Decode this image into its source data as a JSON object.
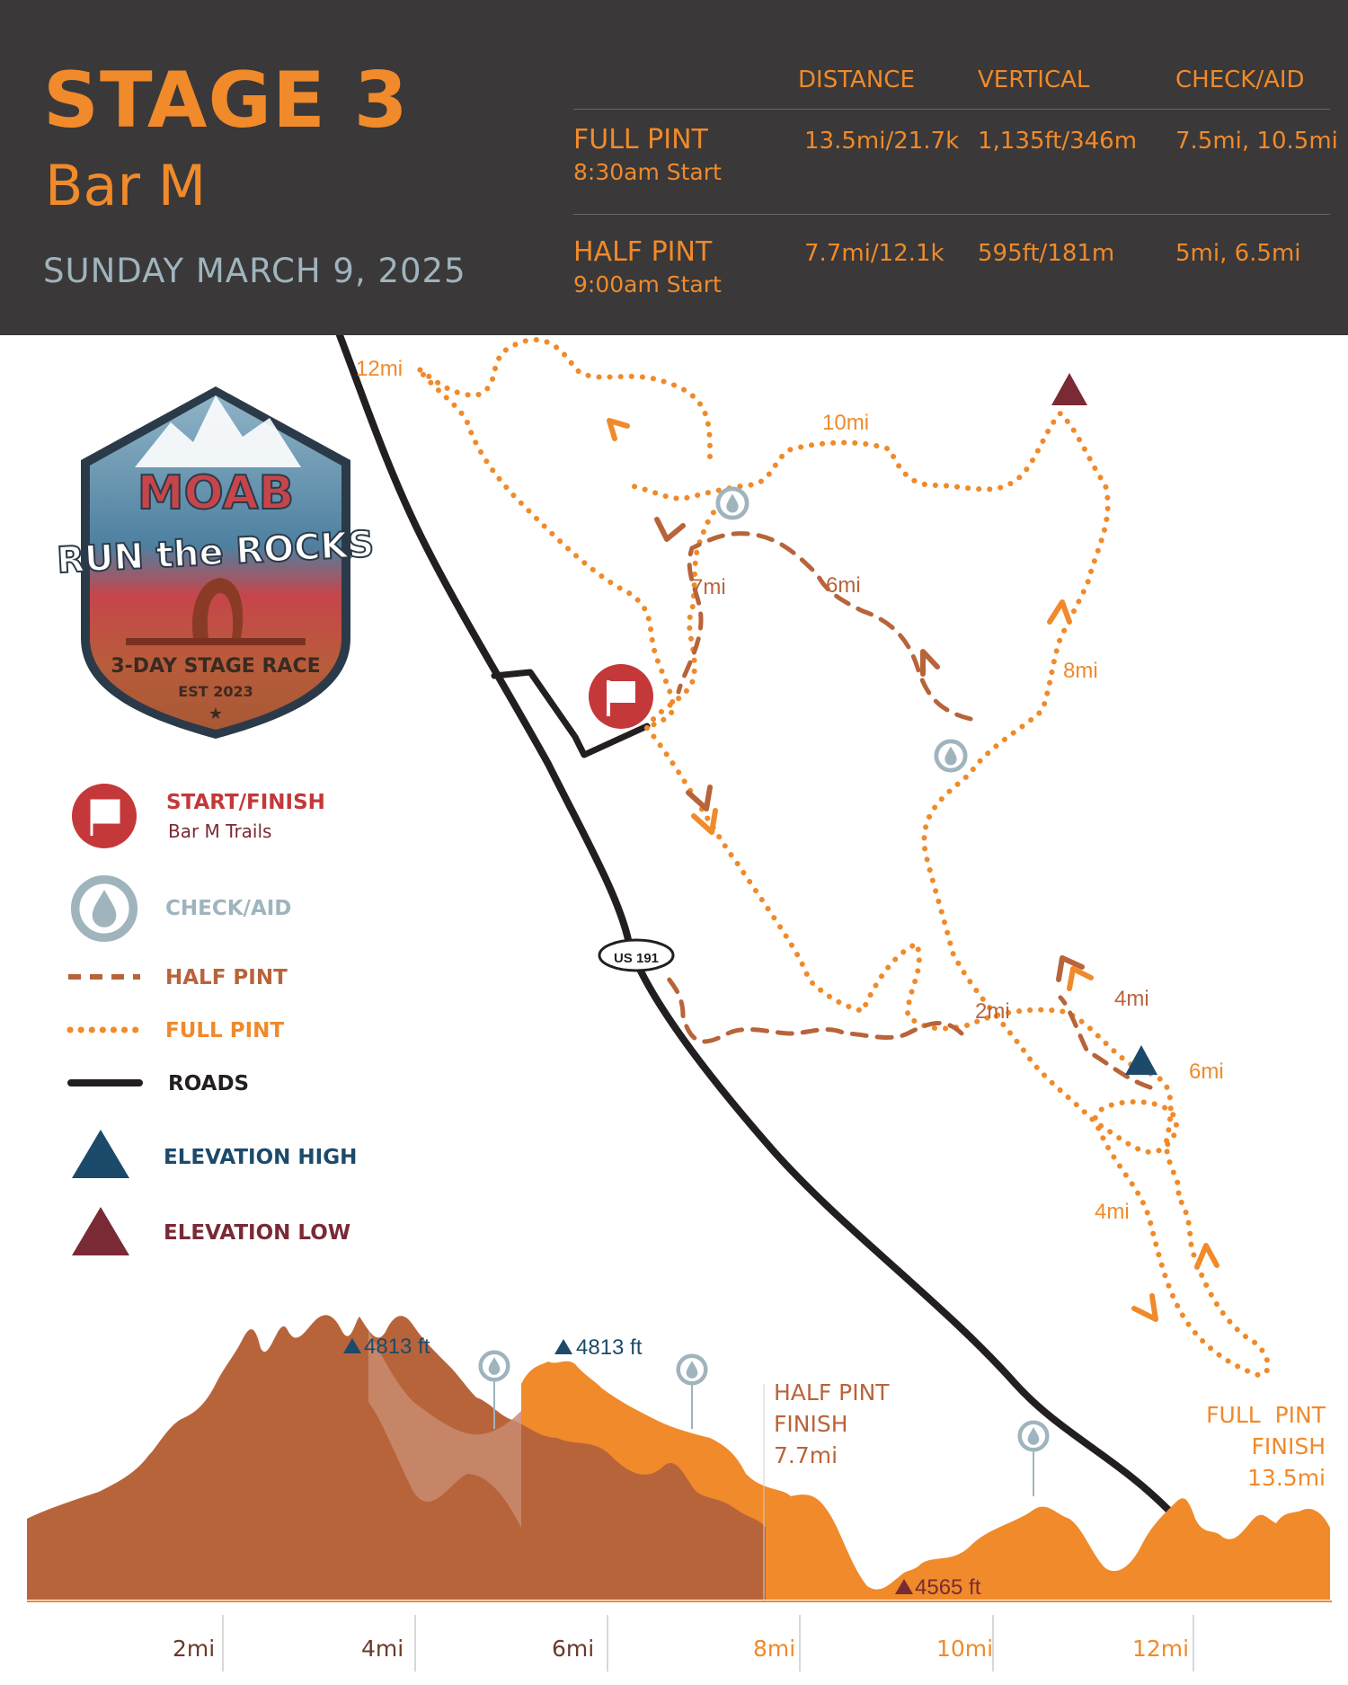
{
  "header": {
    "stage": "STAGE 3",
    "location": "Bar M",
    "date": "SUNDAY MARCH 9, 2025",
    "columns": [
      "DISTANCE",
      "VERTICAL",
      "CHECK/AID"
    ],
    "races": [
      {
        "name": "FULL PINT",
        "start": "8:30am Start",
        "distance": "13.5mi/21.7k",
        "vertical": "1,135ft/346m",
        "check_aid": "7.5mi, 10.5mi"
      },
      {
        "name": "HALF PINT",
        "start": "9:00am Start",
        "distance": "7.7mi/12.1k",
        "vertical": "595ft/181m",
        "check_aid": "5mi, 6.5mi"
      }
    ]
  },
  "logo": {
    "line1": "MOAB",
    "line2": "RUN the ROCKS",
    "line3": "3-DAY STAGE RACE",
    "line4": "EST 2023"
  },
  "legend": {
    "start_finish": "START/FINISH",
    "start_finish_sub": "Bar M Trails",
    "check_aid": "CHECK/AID",
    "half_pint": "HALF PINT",
    "full_pint": "FULL PINT",
    "roads": "ROADS",
    "elev_high": "ELEVATION HIGH",
    "elev_low": "ELEVATION LOW"
  },
  "map": {
    "road_label": "US 191",
    "mile_labels": {
      "m12": "12mi",
      "m10": "10mi",
      "m7": "7mi",
      "m6_half": "6mi",
      "m8": "8mi",
      "m4_top": "4mi",
      "m2": "2mi",
      "m6_full": "6mi",
      "m4_bottom": "4mi"
    }
  },
  "profile": {
    "high_label_1": "4813 ft",
    "high_label_2": "4813 ft",
    "low_label": "4565 ft",
    "half_finish": [
      "HALF PINT",
      "FINISH",
      "7.7mi"
    ],
    "full_finish": [
      "FULL  PINT",
      "FINISH",
      "13.5mi"
    ],
    "x_ticks": [
      "2mi",
      "4mi",
      "6mi",
      "8mi",
      "10mi",
      "12mi"
    ]
  },
  "colors": {
    "orange": "#f08a2a",
    "half_brown": "#b8643b",
    "road": "#231f20",
    "aid": "#9fb4bd",
    "start_red": "#c4383a",
    "elev_high": "#1c4a6b",
    "elev_low": "#7a2a35",
    "header_bg": "#3a3839"
  }
}
